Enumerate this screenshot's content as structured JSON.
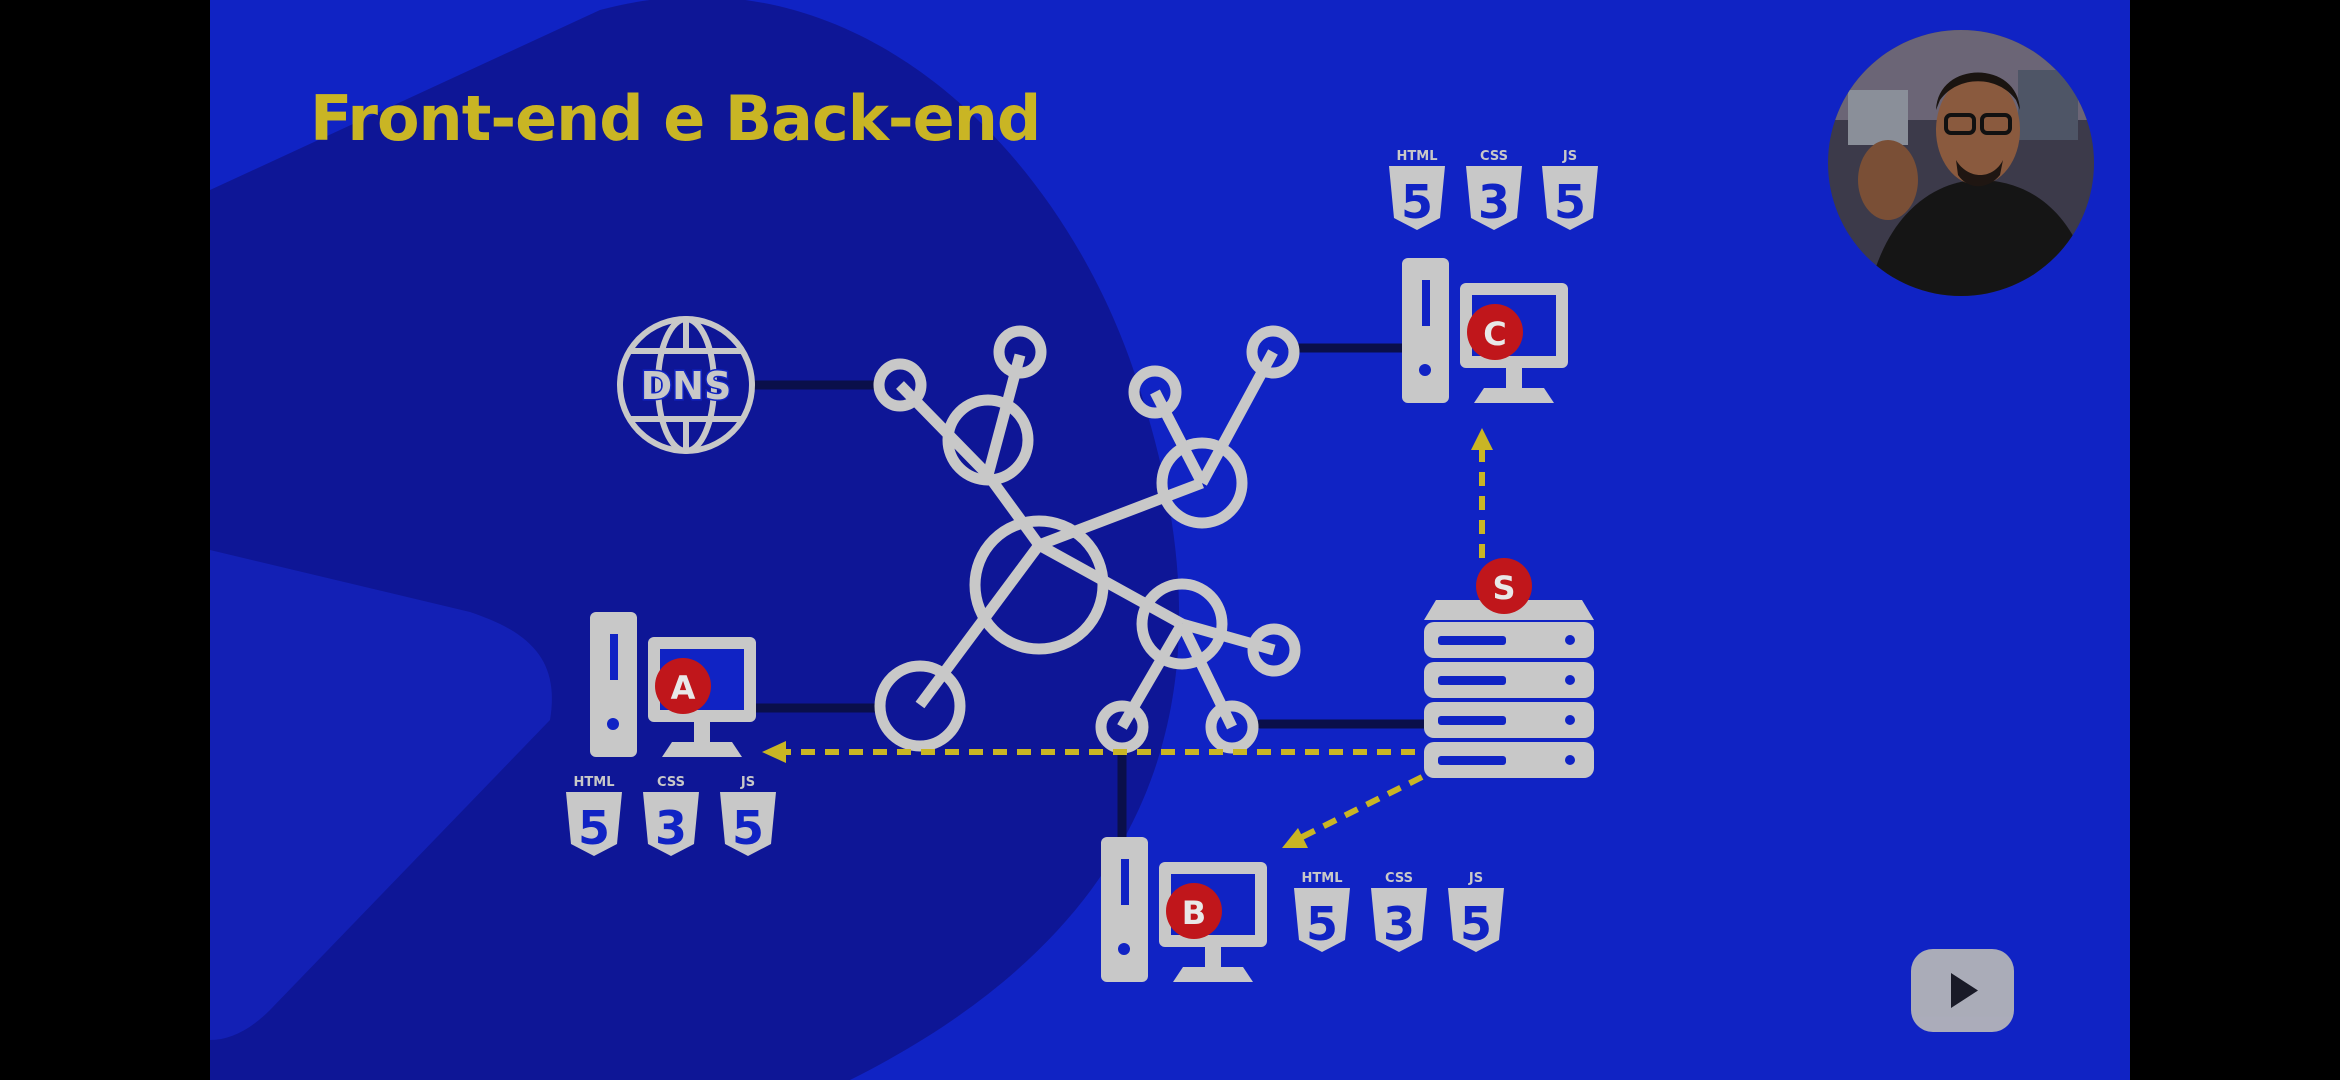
{
  "slide": {
    "title": "Front-end e Back-end",
    "background_color": "#1023c4",
    "accent_color": "#c9b524",
    "node_color": "#c8c8c8",
    "badge_color": "#c0161b"
  },
  "dns": {
    "label": "DNS",
    "icon": "globe-icon"
  },
  "computers": [
    {
      "id": "a",
      "badge": "A"
    },
    {
      "id": "b",
      "badge": "B"
    },
    {
      "id": "c",
      "badge": "C"
    }
  ],
  "server": {
    "badge": "S",
    "icon": "server-rack-icon"
  },
  "tech_labels": {
    "html": "HTML",
    "css": "CSS",
    "js": "JS"
  },
  "tech_badges": {
    "html": "5",
    "css": "3",
    "js": "5"
  },
  "player": {
    "play_icon": "play-icon"
  }
}
